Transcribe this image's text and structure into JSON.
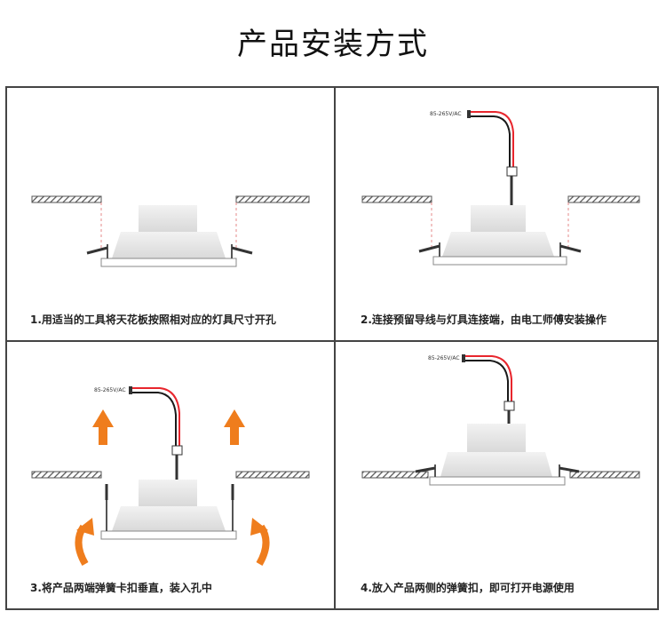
{
  "title": "产品安装方式",
  "panels": [
    {
      "step": "1.用适当的工具将天花板按照相对应的灯具尺寸开孔"
    },
    {
      "step": "2.连接预留导线与灯具连接端，由电工师傅安装操作",
      "voltage": "85-265V/AC"
    },
    {
      "step": "3.将产品两端弹簧卡扣垂直，装入孔中",
      "voltage": "85-265V/AC"
    },
    {
      "step": "4.放入产品两侧的弹簧扣，即可打开电源使用",
      "voltage": "85-265V/AC"
    }
  ],
  "colors": {
    "arrow": "#ef7d1d",
    "wire_red": "#e8262d",
    "wire_black": "#1a1a1a",
    "lamp_fill": "#e6e6e6",
    "ceiling": "#555555"
  }
}
